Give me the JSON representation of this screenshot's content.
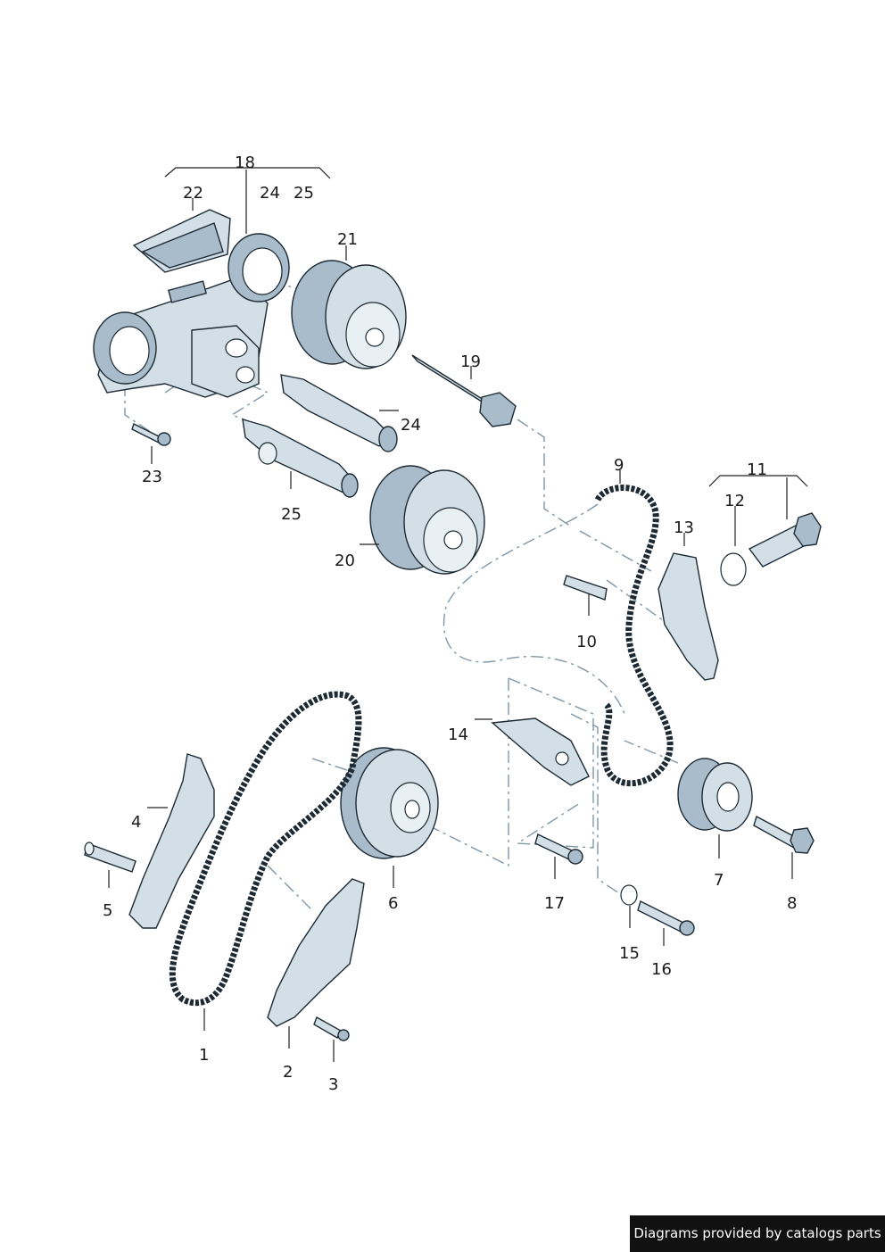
{
  "labels": {
    "p1": "1",
    "p2": "2",
    "p3": "3",
    "p4": "4",
    "p5": "5",
    "p6": "6",
    "p7": "7",
    "p8": "8",
    "p9": "9",
    "p10": "10",
    "p11": "11",
    "p12": "12",
    "p13": "13",
    "p14": "14",
    "p15": "15",
    "p16": "16",
    "p17": "17",
    "p18": "18",
    "p19": "19",
    "p20": "20",
    "p21": "21",
    "p22": "22",
    "p23": "23",
    "p24a": "24",
    "p25a": "25",
    "p24b": "24",
    "p25b": "25"
  },
  "footer": {
    "credit": "Diagrams provided by catalogs parts"
  },
  "colors": {
    "metal": "#d3dfe7",
    "outline": "#1d2a33",
    "dash": "#7f97a8",
    "footer_bg": "#111111"
  }
}
